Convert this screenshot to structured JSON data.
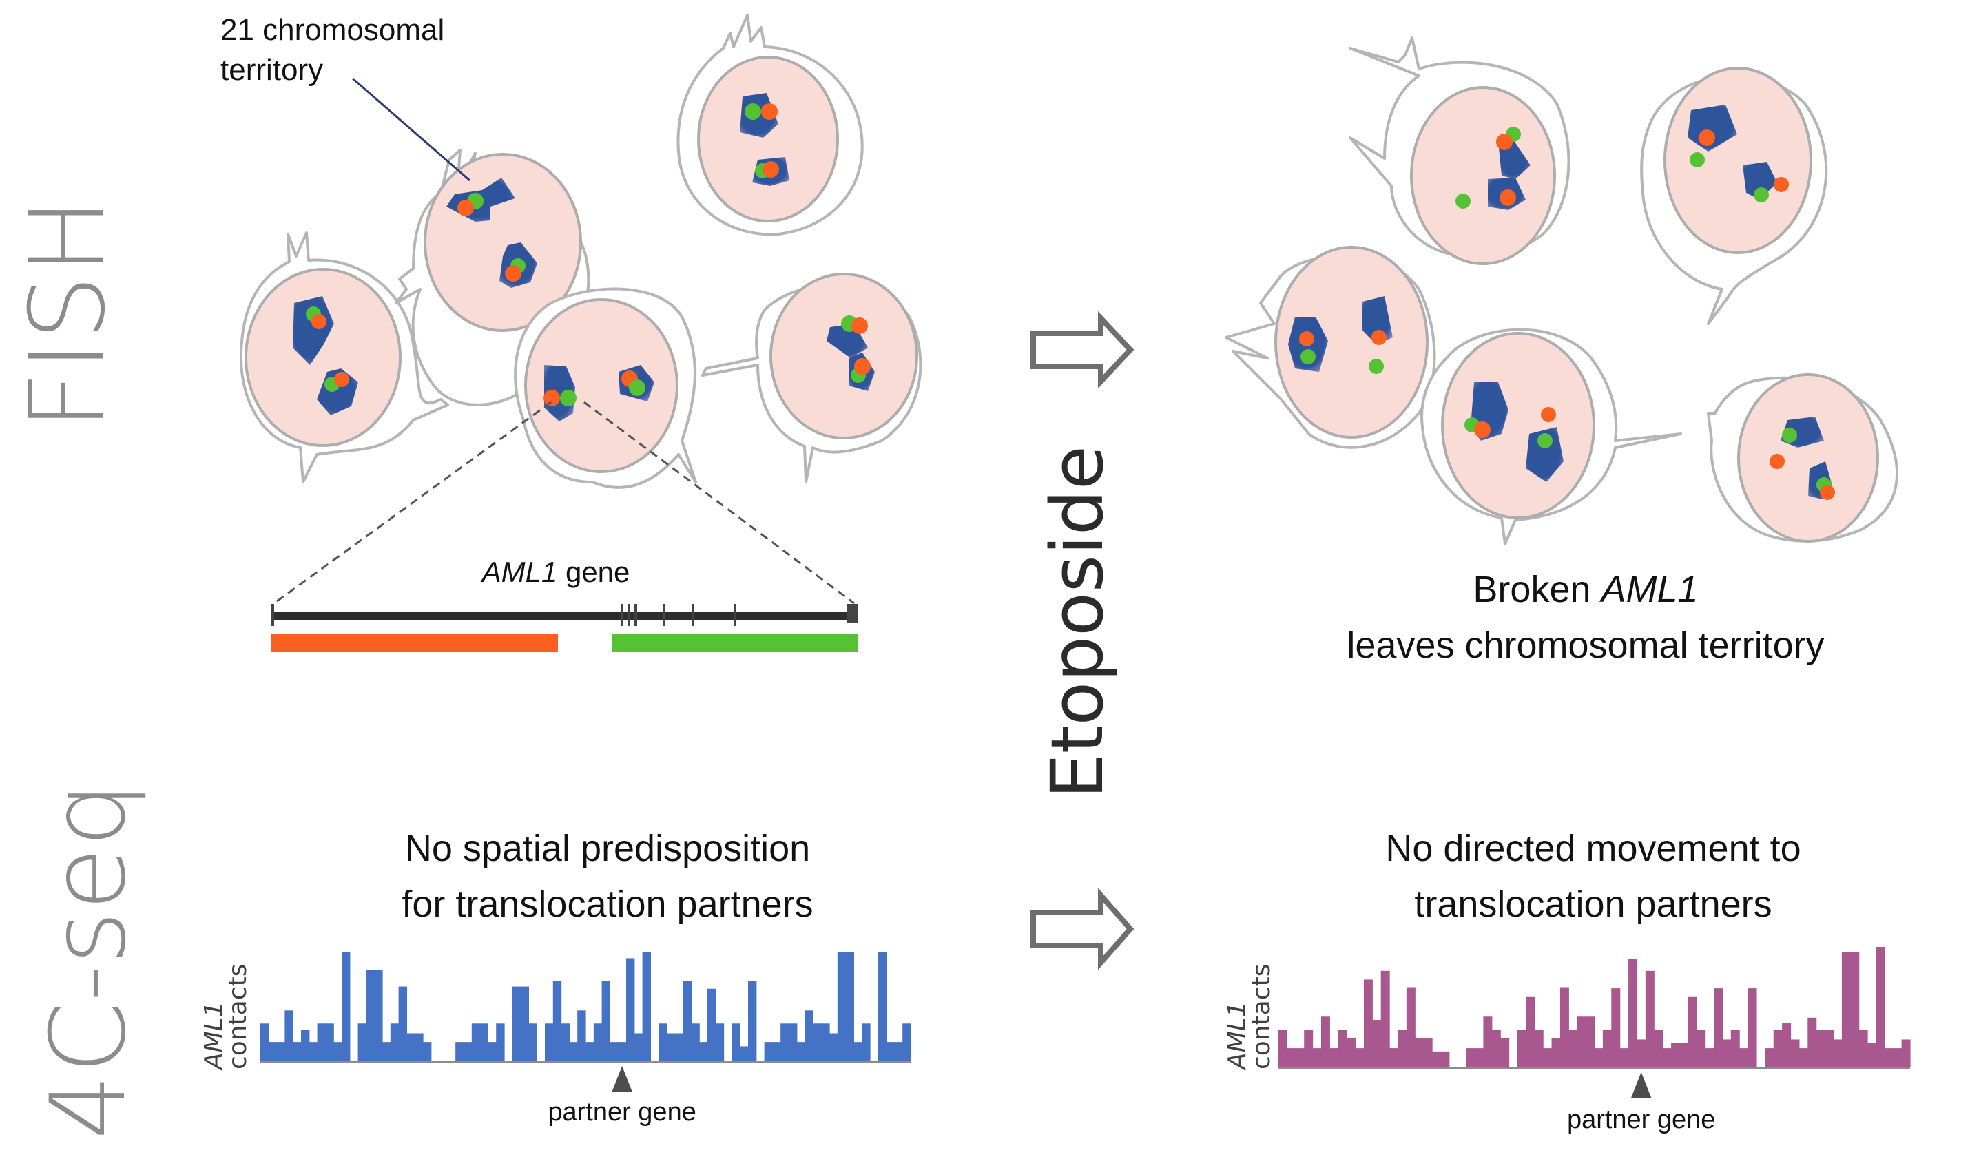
{
  "labels": {
    "fish": "FISH",
    "fourc_seq": "4C-seq",
    "treatment": "Etoposide",
    "territory_line1": "21 chromosomal",
    "territory_line2": "territory",
    "gene_name": "AML1",
    "gene_suffix": " gene",
    "fish_result_line1_prefix": "Broken ",
    "fish_result_line1_gene": "AML1",
    "fish_result_line2": "leaves chromosomal territory",
    "before_4c_line1": "No spatial predisposition",
    "before_4c_line2": "for translocation partners",
    "after_4c_line1": "No directed movement to",
    "after_4c_line2": "translocation partners",
    "ylabel_gene": "AML1",
    "ylabel_word": "contacts",
    "partner_gene": "partner gene"
  },
  "colors": {
    "probe_5prime": "#fb6020",
    "probe_3prime": "#55c234",
    "territory": "#2e559b",
    "nucleus": "#fadcd7",
    "before_bars": "#4472c4",
    "after_bars": "#a9588f",
    "side_label": "#8c8c8c"
  },
  "chart_data": [
    {
      "type": "bar",
      "name": "4C-seq AML1 contacts (untreated)",
      "ylabel": "AML1 contacts",
      "xlabel": "",
      "annotation": "partner gene",
      "annotation_bin": 44,
      "ylim": [
        0,
        10
      ],
      "grid": false,
      "values": [
        3.4,
        1.7,
        1.7,
        4.6,
        1.7,
        2.8,
        1.7,
        3.4,
        3.4,
        1.7,
        10,
        null,
        3.4,
        8.3,
        8.3,
        1.7,
        3.4,
        6.8,
        2.5,
        2.5,
        1.7,
        null,
        null,
        null,
        1.7,
        1.7,
        3.4,
        3.4,
        1.7,
        3.4,
        null,
        6.8,
        6.8,
        3.4,
        null,
        3.4,
        7.3,
        3.4,
        1.7,
        4.6,
        1.7,
        3.4,
        7.3,
        1.7,
        1.7,
        9.4,
        2.5,
        10,
        null,
        3.4,
        2.5,
        2.5,
        7.3,
        3.4,
        1.7,
        6.6,
        3.4,
        null,
        3.4,
        1.3,
        7.3,
        null,
        1.7,
        1.7,
        3.4,
        3.4,
        1.7,
        4.6,
        3.4,
        3.4,
        2.5,
        10,
        10,
        1.7,
        3.4,
        null,
        10,
        1.7,
        1.7,
        3.4
      ]
    },
    {
      "type": "bar",
      "name": "4C-seq AML1 contacts (etoposide)",
      "ylabel": "AML1 contacts",
      "xlabel": "",
      "annotation": "partner gene",
      "annotation_bin": 42,
      "ylim": [
        0,
        11
      ],
      "grid": false,
      "values": [
        3.4,
        1.7,
        1.7,
        3.4,
        1.7,
        4.6,
        1.7,
        3.4,
        2.6,
        1.7,
        8.0,
        4.3,
        8.8,
        1.7,
        3.4,
        7.3,
        2.6,
        2.6,
        1.4,
        1.4,
        null,
        null,
        1.7,
        1.7,
        4.6,
        3.4,
        2.6,
        null,
        3.4,
        6.4,
        3.4,
        1.7,
        2.6,
        7.3,
        3.4,
        4.6,
        4.6,
        1.7,
        3.4,
        7.2,
        1.7,
        9.9,
        2.5,
        8.8,
        3.4,
        1.7,
        2.2,
        2.2,
        6.4,
        3.4,
        1.7,
        7.2,
        2.5,
        3.4,
        1.7,
        7.2,
        null,
        1.7,
        3.4,
        4.0,
        2.5,
        1.7,
        4.5,
        3.4,
        3.4,
        2.5,
        10.5,
        10.5,
        3.4,
        2.2,
        11.0,
        1.7,
        1.7,
        2.5
      ]
    }
  ]
}
